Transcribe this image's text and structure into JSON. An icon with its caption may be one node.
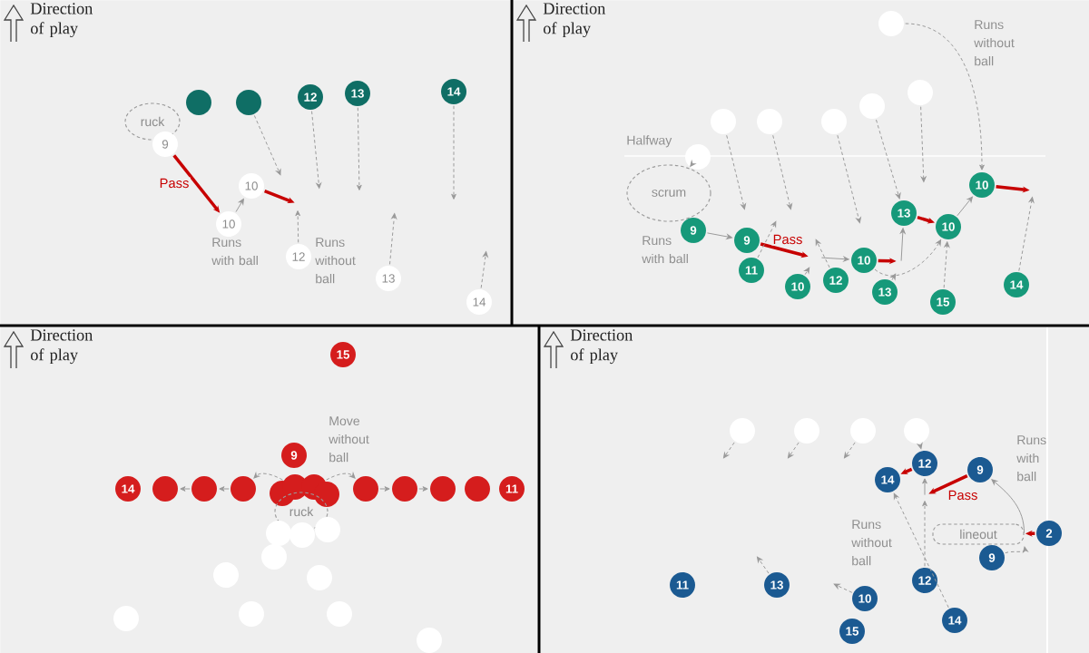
{
  "diagram": {
    "nodes": [
      {
        "text": [
          "Direction of play"
        ]
      },
      {
        "text": [
          "ruck"
        ],
        "in": 0
      },
      {
        "text": [],
        "shape": "circle",
        "in": 0
      },
      {
        "text": [],
        "shape": "circle",
        "in": 0
      },
      {
        "text": [
          "12"
        ],
        "in": 0
      },
      {
        "text": [
          "13"
        ],
        "in": 0
      },
      {
        "text": [
          "14"
        ],
        "in": 0
      },
      {
        "text": [
          "9"
        ],
        "in": 0
      },
      {
        "text": [
          "10"
        ],
        "in": 0
      },
      {
        "text": [
          "10"
        ],
        "in": 0
      },
      {
        "text": [
          "12"
        ],
        "in": 0
      },
      {
        "text": [
          "13"
        ],
        "in": 0
      },
      {
        "text": [
          "14"
        ],
        "in": 0
      },
      {
        "text": [
          "Direction of play"
        ]
      },
      {
        "text": [],
        "shape": "circle",
        "in": 13
      },
      {
        "text": [],
        "shape": "circle",
        "in": 13
      },
      {
        "text": [],
        "shape": "circle",
        "in": 13
      },
      {
        "text": [],
        "shape": "circle",
        "in": 13
      },
      {
        "text": [],
        "shape": "circle",
        "in": 13
      },
      {
        "text": [],
        "shape": "circle",
        "in": 13
      },
      {
        "text": [],
        "shape": "circle",
        "in": 13
      },
      {
        "text": [
          "scrum"
        ],
        "in": 13
      },
      {
        "text": [
          "10"
        ],
        "in": 13
      },
      {
        "text": [
          "13"
        ],
        "in": 13
      },
      {
        "text": [
          "10"
        ],
        "in": 13
      },
      {
        "text": [
          "9"
        ],
        "in": 13
      },
      {
        "text": [
          "9"
        ],
        "in": 13
      },
      {
        "text": [
          "10"
        ],
        "in": 13
      },
      {
        "text": [
          "11"
        ],
        "in": 13
      },
      {
        "text": [
          "12"
        ],
        "in": 13
      },
      {
        "text": [
          "10"
        ],
        "in": 13
      },
      {
        "text": [
          "14"
        ],
        "in": 13
      },
      {
        "text": [
          "13"
        ],
        "in": 13
      },
      {
        "text": [
          "15"
        ],
        "in": 13
      },
      {
        "text": [
          "Direction of play"
        ]
      },
      {
        "text": [
          "15"
        ],
        "in": 34
      },
      {
        "text": [
          "9"
        ],
        "in": 34
      },
      {
        "text": [
          "14"
        ],
        "in": 34
      },
      {
        "text": [],
        "shape": "circle",
        "in": 34
      },
      {
        "text": [],
        "shape": "circle",
        "in": 34
      },
      {
        "text": [],
        "shape": "circle",
        "in": 34
      },
      {
        "text": [],
        "shape": "circle",
        "in": 34
      },
      {
        "text": [],
        "shape": "circle",
        "in": 34
      },
      {
        "text": [],
        "shape": "circle",
        "in": 34
      },
      {
        "text": [],
        "shape": "circle",
        "in": 34
      },
      {
        "text": [],
        "shape": "circle",
        "in": 34
      },
      {
        "text": [],
        "shape": "circle",
        "in": 34
      },
      {
        "text": [],
        "shape": "circle",
        "in": 34
      },
      {
        "text": [],
        "shape": "circle",
        "in": 34
      },
      {
        "text": [
          "11"
        ],
        "in": 34
      },
      {
        "text": [
          "ruck"
        ],
        "in": 34
      },
      {
        "text": [],
        "shape": "circle",
        "in": 34
      },
      {
        "text": [],
        "shape": "circle",
        "in": 34
      },
      {
        "text": [],
        "shape": "circle",
        "in": 34
      },
      {
        "text": [],
        "shape": "circle",
        "in": 34
      },
      {
        "text": [],
        "shape": "circle",
        "in": 34
      },
      {
        "text": [],
        "shape": "circle",
        "in": 34
      },
      {
        "text": [],
        "shape": "circle",
        "in": 34
      },
      {
        "text": [],
        "shape": "circle",
        "in": 34
      },
      {
        "text": [],
        "shape": "circle",
        "in": 34
      },
      {
        "text": [],
        "shape": "circle",
        "in": 34
      },
      {
        "text": [
          "Direction of play"
        ]
      },
      {
        "text": [],
        "shape": "circle",
        "in": 61
      },
      {
        "text": [],
        "shape": "circle",
        "in": 61
      },
      {
        "text": [],
        "shape": "circle",
        "in": 61
      },
      {
        "text": [],
        "shape": "circle",
        "in": 61
      },
      {
        "text": [
          "12"
        ],
        "in": 61
      },
      {
        "text": [
          "9"
        ],
        "in": 61
      },
      {
        "text": [
          "14"
        ],
        "in": 61
      },
      {
        "text": [
          "2"
        ],
        "in": 61
      },
      {
        "text": [
          "lineout"
        ],
        "in": 61
      },
      {
        "text": [
          "9"
        ],
        "in": 61
      },
      {
        "text": [
          "12"
        ],
        "in": 61
      },
      {
        "text": [
          "11"
        ],
        "in": 61
      },
      {
        "text": [
          "13"
        ],
        "in": 61
      },
      {
        "text": [
          "10"
        ],
        "in": 61
      },
      {
        "text": [
          "14"
        ],
        "in": 61
      },
      {
        "text": [
          "15"
        ],
        "in": 61
      }
    ],
    "edges": [
      {
        "from": 7,
        "to": 9,
        "arrow": "to",
        "label": "Pass",
        "style": "thick",
        "color": "#c70000"
      },
      {
        "from": 9,
        "to": 8,
        "arrow": "to"
      },
      {
        "from": 8,
        "to": null,
        "arrow": "to",
        "style": "thick",
        "color": "#c70000"
      },
      {
        "from": 3,
        "to": null,
        "arrow": "to",
        "style": "dashed"
      },
      {
        "from": 4,
        "to": null,
        "arrow": "to",
        "style": "dashed"
      },
      {
        "from": 5,
        "to": null,
        "arrow": "to",
        "style": "dashed"
      },
      {
        "from": 6,
        "to": null,
        "arrow": "to",
        "style": "dashed"
      },
      {
        "from": 10,
        "to": null,
        "arrow": "to",
        "style": "dashed"
      },
      {
        "from": 11,
        "to": null,
        "arrow": "to",
        "style": "dashed"
      },
      {
        "from": 12,
        "to": null,
        "arrow": "to",
        "style": "dashed"
      },
      {
        "from": 14,
        "to": 22,
        "arrow": "to",
        "style": "dashed"
      },
      {
        "from": 20,
        "to": 21,
        "arrow": "to",
        "style": "dashed"
      },
      {
        "from": 17,
        "to": null,
        "arrow": "to",
        "style": "dashed"
      },
      {
        "from": 18,
        "to": null,
        "arrow": "to",
        "style": "dashed"
      },
      {
        "from": 19,
        "to": null,
        "arrow": "to",
        "style": "dashed"
      },
      {
        "from": 16,
        "to": 23,
        "arrow": "to",
        "style": "dashed"
      },
      {
        "from": 15,
        "to": null,
        "arrow": "to",
        "style": "dashed"
      },
      {
        "from": 25,
        "to": 26,
        "arrow": "to"
      },
      {
        "from": 26,
        "to": null,
        "arrow": "to",
        "label": "Pass",
        "style": "thick",
        "color": "#c70000"
      },
      {
        "from": 28,
        "to": null,
        "arrow": "to",
        "style": "dashed"
      },
      {
        "from": 30,
        "to": null,
        "arrow": "to",
        "style": "dashed"
      },
      {
        "from": null,
        "to": 27,
        "arrow": "to"
      },
      {
        "from": 29,
        "to": null,
        "arrow": "to",
        "style": "dashed"
      },
      {
        "from": 27,
        "to": null,
        "arrow": "to",
        "style": "thick",
        "color": "#c70000"
      },
      {
        "from": null,
        "to": 23,
        "arrow": "to"
      },
      {
        "from": 32,
        "to": null,
        "arrow": "to",
        "style": "dashed"
      },
      {
        "from": 27,
        "to": 24,
        "arrow": "to",
        "style": "dashed"
      },
      {
        "from": 23,
        "to": 24,
        "arrow": "to",
        "style": "thick",
        "color": "#c70000"
      },
      {
        "from": 24,
        "to": 22,
        "arrow": "to"
      },
      {
        "from": 22,
        "to": null,
        "arrow": "to",
        "style": "thick",
        "color": "#c70000"
      },
      {
        "from": 33,
        "to": 24,
        "arrow": "to",
        "style": "dashed"
      },
      {
        "from": 31,
        "to": null,
        "arrow": "to",
        "style": "dashed"
      },
      {
        "from": 42,
        "to": 40,
        "arrow": "to",
        "style": "dashed"
      },
      {
        "from": 43,
        "to": 45,
        "arrow": "to",
        "style": "dashed"
      },
      {
        "from": 39,
        "to": 38,
        "arrow": "to"
      },
      {
        "from": 40,
        "to": 39,
        "arrow": "to"
      },
      {
        "from": 45,
        "to": 46,
        "arrow": "to"
      },
      {
        "from": 46,
        "to": 47,
        "arrow": "to"
      },
      {
        "from": 62,
        "to": null,
        "arrow": "to",
        "style": "dashed"
      },
      {
        "from": 63,
        "to": null,
        "arrow": "to",
        "style": "dashed"
      },
      {
        "from": 64,
        "to": null,
        "arrow": "to",
        "style": "dashed"
      },
      {
        "from": 65,
        "to": 66,
        "arrow": "to",
        "style": "dashed"
      },
      {
        "from": 66,
        "to": 68,
        "arrow": "to",
        "style": "thick",
        "color": "#c70000"
      },
      {
        "from": 67,
        "to": null,
        "arrow": "to",
        "label": "Pass",
        "style": "thick",
        "color": "#c70000"
      },
      {
        "from": 69,
        "to": 70,
        "arrow": "to",
        "style": "thick",
        "color": "#c70000"
      },
      {
        "from": 71,
        "to": 70,
        "arrow": "to",
        "style": "dashed"
      },
      {
        "from": 70,
        "to": 67,
        "arrow": "to"
      },
      {
        "from": 72,
        "to": null,
        "arrow": "to",
        "style": "dashed"
      },
      {
        "from": null,
        "to": 66,
        "arrow": "to"
      },
      {
        "from": 76,
        "to": 68,
        "arrow": "to",
        "style": "dashed"
      },
      {
        "from": 74,
        "to": null,
        "arrow": "to",
        "style": "dashed"
      },
      {
        "from": 75,
        "to": null,
        "arrow": "to",
        "style": "dashed"
      }
    ],
    "labels": [
      "Runs with ball",
      "Runs without ball",
      "Runs without ball",
      "Halfway",
      "Runs with ball",
      "Move without ball",
      "Runs with ball",
      "Runs without ball"
    ]
  }
}
